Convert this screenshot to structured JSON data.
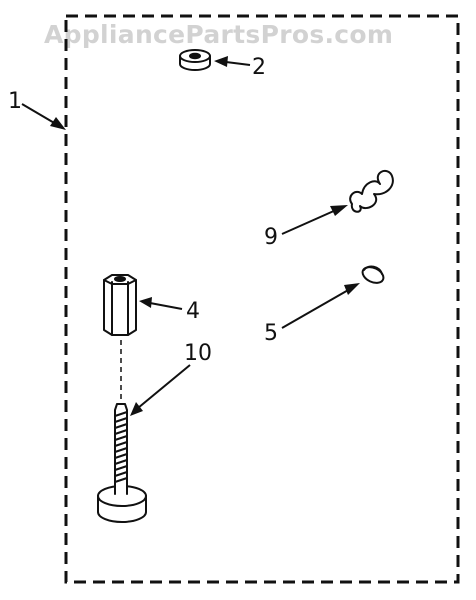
{
  "watermark": "AppliancePartsPros.com",
  "callouts": {
    "kit": "1",
    "washer": "2",
    "coupling_nut": "4",
    "clip": "5",
    "spring": "9",
    "stud": "10"
  }
}
